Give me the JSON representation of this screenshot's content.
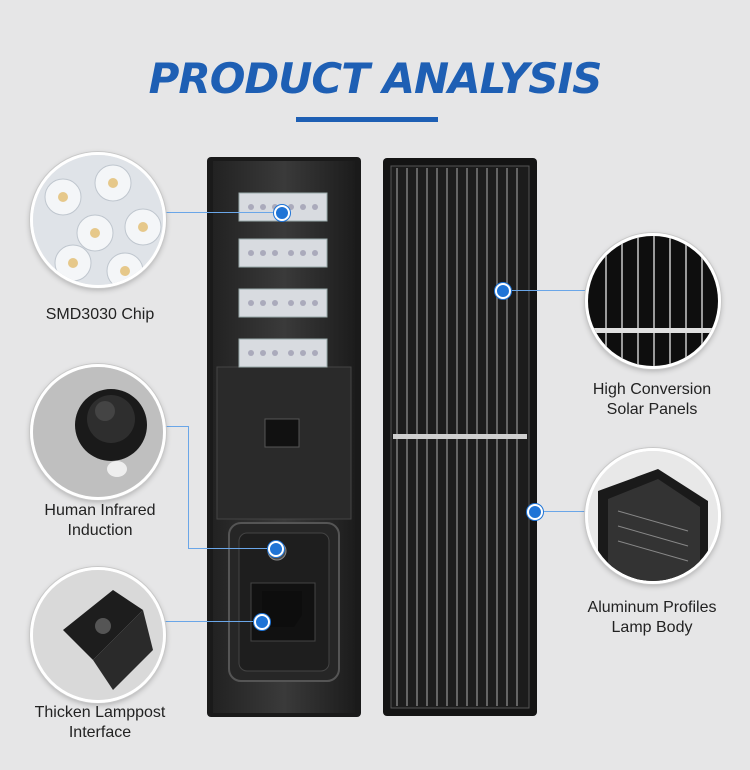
{
  "title": "PRODUCT ANALYSIS",
  "colors": {
    "accent": "#1e5fb4",
    "dot": "#1f74d6",
    "background": "#e6e6e7"
  },
  "features": {
    "chip": {
      "label": "SMD3030 Chip"
    },
    "infrared": {
      "line1": "Human Infrared",
      "line2": "Induction"
    },
    "lamppost": {
      "line1": "Thicken Lamppost",
      "line2": "Interface"
    },
    "solar": {
      "line1": "High Conversion",
      "line2": "Solar Panels"
    },
    "aluminum": {
      "line1": "Aluminum Profiles",
      "line2": "Lamp Body"
    }
  }
}
